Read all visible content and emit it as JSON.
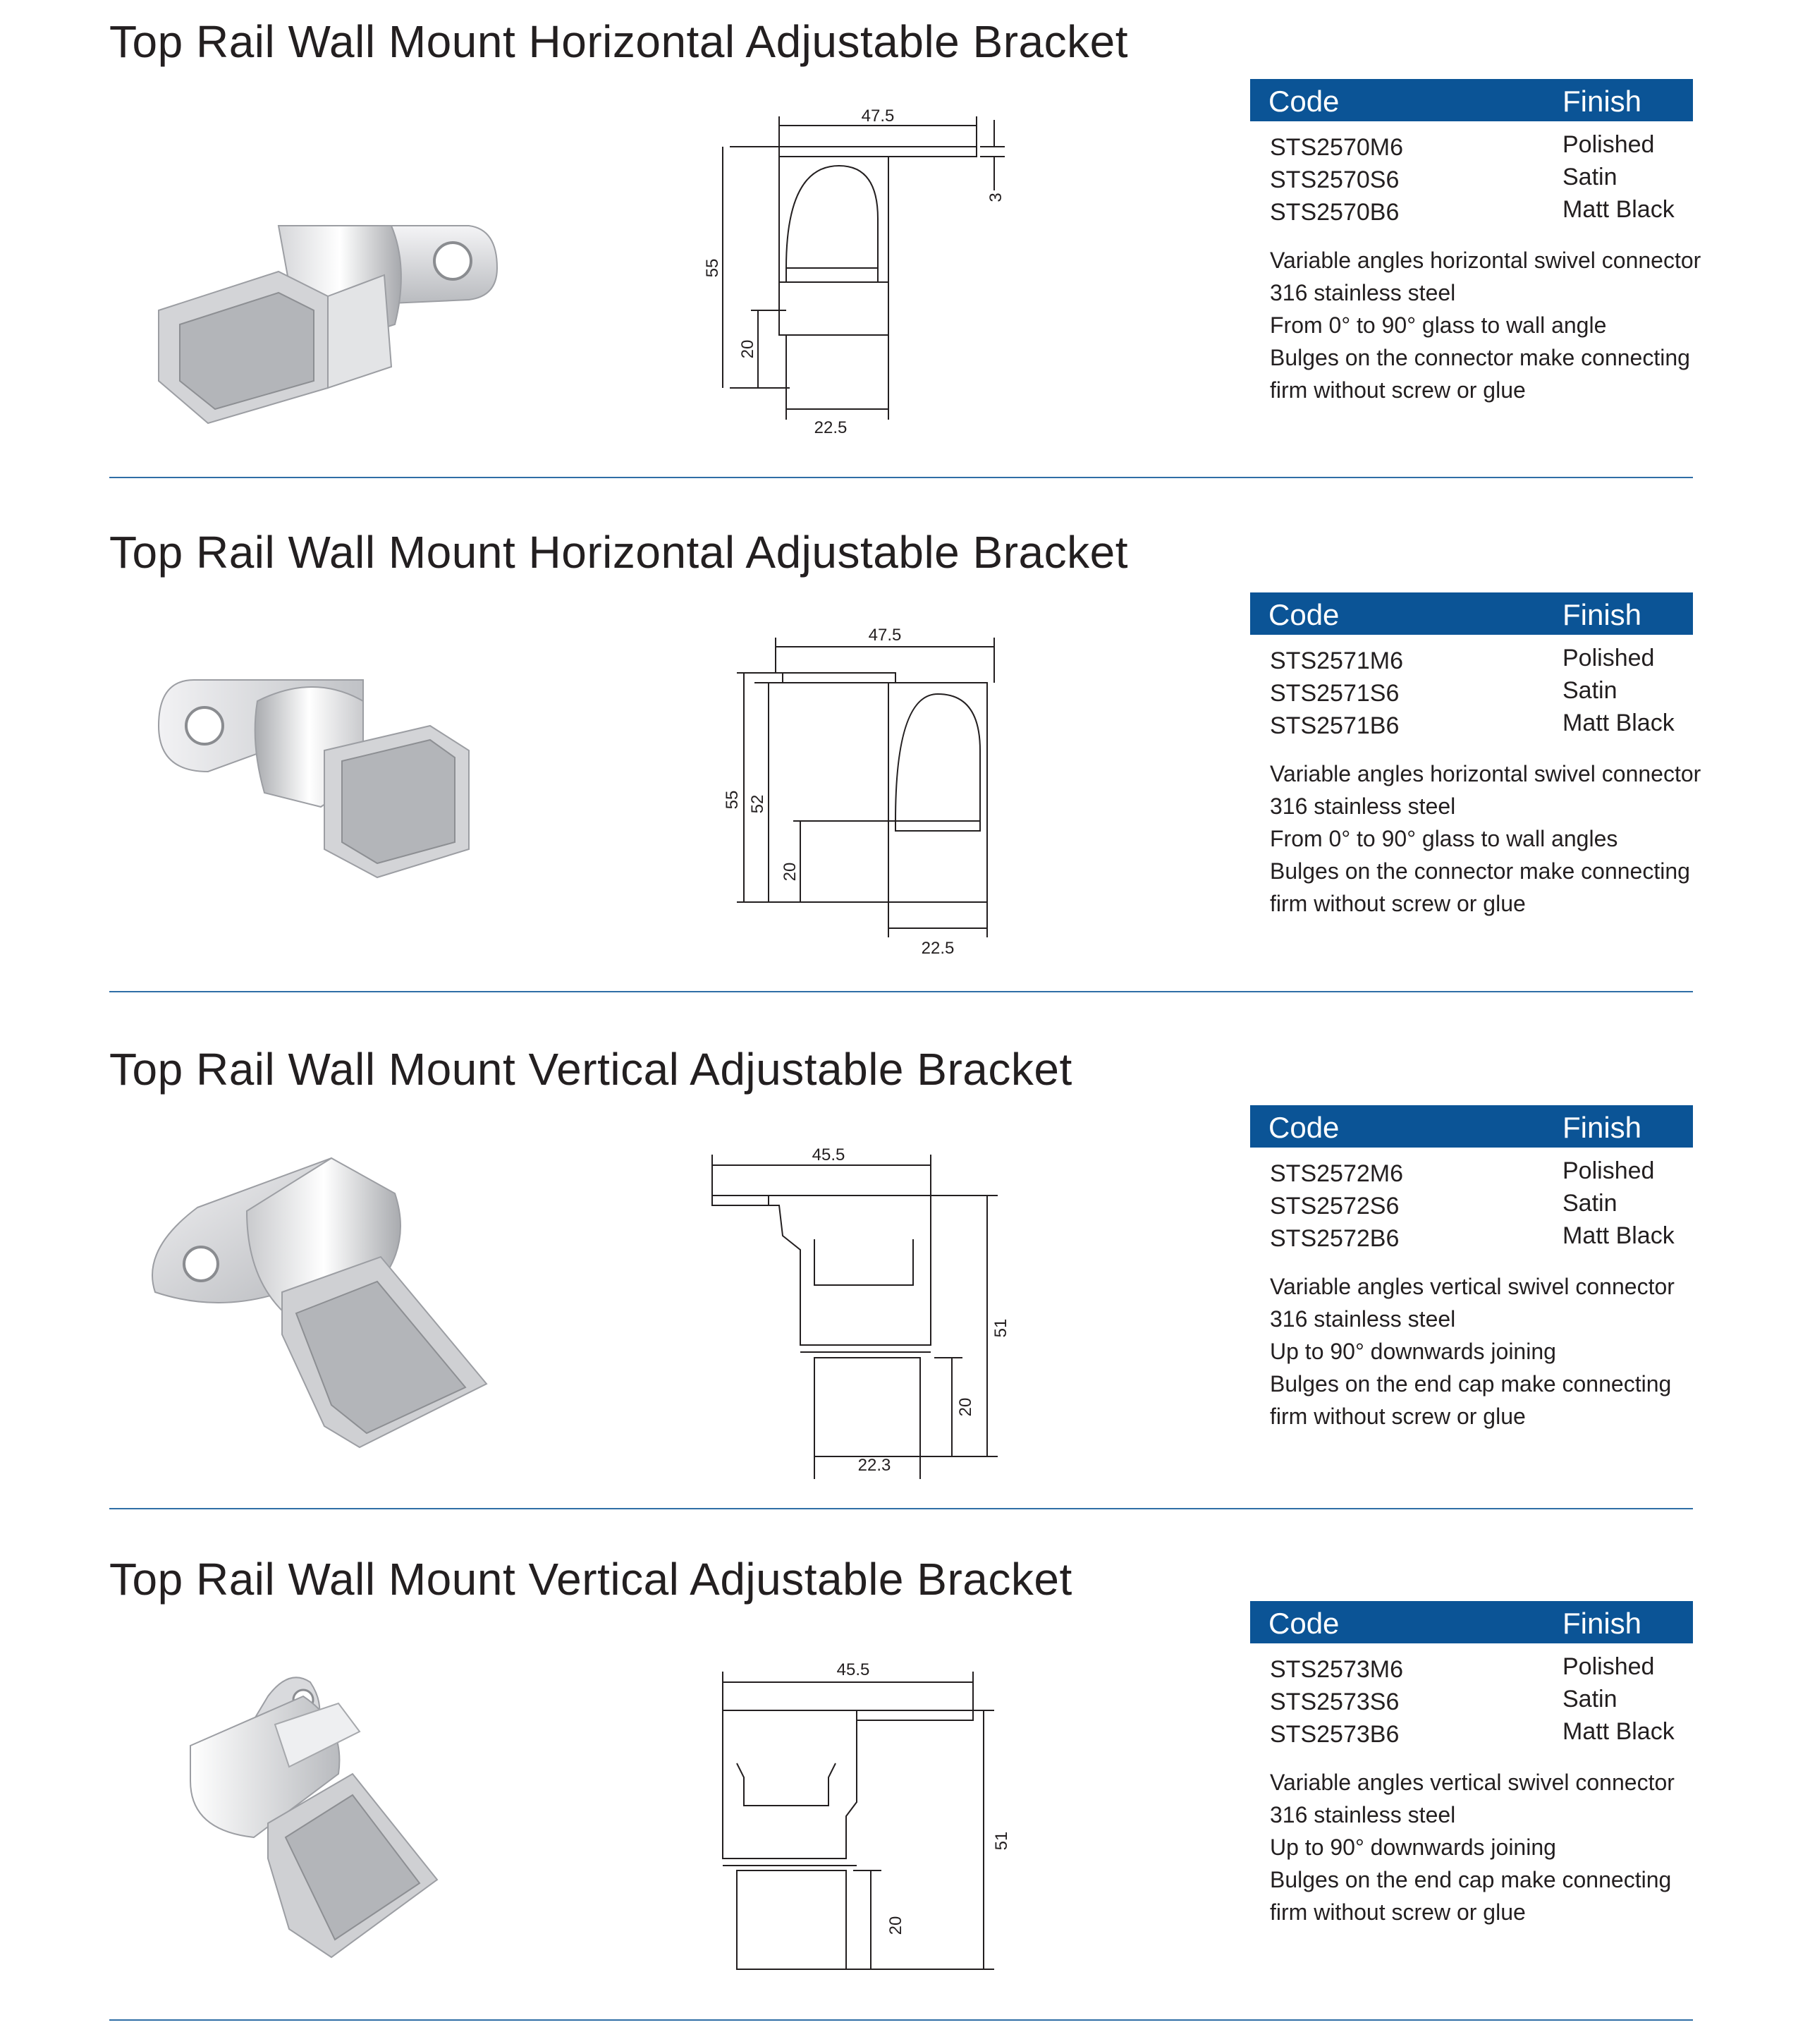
{
  "labels": {
    "code_header": "Code",
    "finish_header": "Finish"
  },
  "sections": [
    {
      "title": "Top Rail Wall Mount Horizontal Adjustable Bracket",
      "rows": [
        {
          "code": "STS2570M6",
          "finish": "Polished"
        },
        {
          "code": "STS2570S6",
          "finish": "Satin"
        },
        {
          "code": "STS2570B6",
          "finish": "Matt Black"
        }
      ],
      "description": [
        "Variable angles horizontal swivel connector",
        "316 stainless steel",
        "From 0° to 90° glass to wall angle",
        "Bulges on the connector make connecting",
        "firm without screw or glue"
      ],
      "dimensions": {
        "width_top": "47.5",
        "thickness": "3",
        "height": "55",
        "insert": "20",
        "width_bottom": "22.5"
      }
    },
    {
      "title": "Top Rail Wall Mount Horizontal Adjustable Bracket",
      "rows": [
        {
          "code": "STS2571M6",
          "finish": "Polished"
        },
        {
          "code": "STS2571S6",
          "finish": "Satin"
        },
        {
          "code": "STS2571B6",
          "finish": "Matt Black"
        }
      ],
      "description": [
        "Variable angles horizontal swivel connector",
        "316 stainless steel",
        "From 0° to 90° glass to wall angles",
        "Bulges on the connector make connecting",
        "firm without screw or glue"
      ],
      "dimensions": {
        "width_top": "47.5",
        "height": "55",
        "height_inner": "52",
        "insert": "20",
        "width_bottom": "22.5"
      }
    },
    {
      "title": "Top Rail Wall Mount Vertical Adjustable Bracket",
      "rows": [
        {
          "code": "STS2572M6",
          "finish": "Polished"
        },
        {
          "code": "STS2572S6",
          "finish": "Satin"
        },
        {
          "code": "STS2572B6",
          "finish": "Matt Black"
        }
      ],
      "description": [
        "Variable angles vertical swivel connector",
        "316 stainless steel",
        "Up to 90° downwards joining",
        "Bulges on the end cap make connecting",
        "firm without screw or glue"
      ],
      "dimensions": {
        "width_top": "45.5",
        "height": "51",
        "insert": "20",
        "width_bottom": "22.3"
      }
    },
    {
      "title": "Top Rail Wall Mount Vertical Adjustable Bracket",
      "rows": [
        {
          "code": "STS2573M6",
          "finish": "Polished"
        },
        {
          "code": "STS2573S6",
          "finish": "Satin"
        },
        {
          "code": "STS2573B6",
          "finish": "Matt Black"
        }
      ],
      "description": [
        "Variable angles vertical swivel connector",
        "316 stainless steel",
        "Up to 90° downwards joining",
        "Bulges on the end cap make connecting",
        "firm without screw or glue"
      ],
      "dimensions": {
        "width_top": "45.5",
        "height": "51",
        "insert": "20"
      }
    }
  ],
  "colors": {
    "header_bg": "#0b5496",
    "header_text": "#ffffff",
    "divider": "#2f6ea6",
    "text": "#231f20"
  }
}
